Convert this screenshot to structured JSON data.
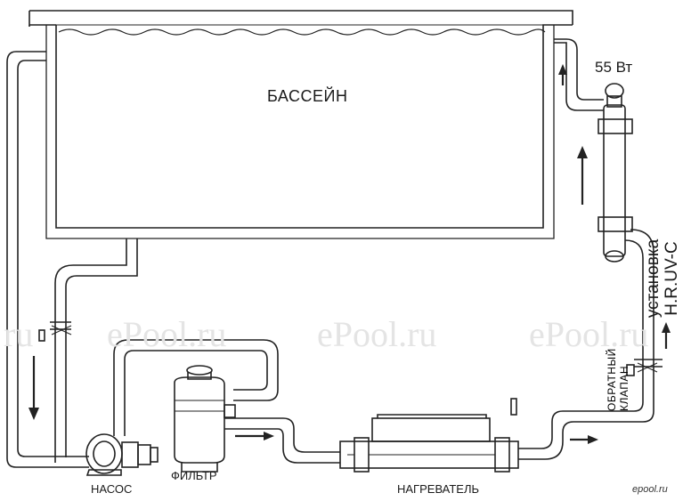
{
  "labels": {
    "pool": "БАССЕЙН",
    "power": "55 Вт",
    "device_line1": "установка",
    "device_line2": "H.R.UV-C",
    "check_valve": "ОБРАТНЫЙ КЛАПАН",
    "pump": "НАСОС",
    "filter": "ФИЛЬТР",
    "heater": "НАГРЕВАТЕЛЬ"
  },
  "watermarks": [
    "ru",
    "ePool.ru",
    "ePool.ru",
    "ePool.ru"
  ],
  "site": "epool.ru",
  "colors": {
    "line": "#222222",
    "watermark": "#e4e4e4"
  }
}
